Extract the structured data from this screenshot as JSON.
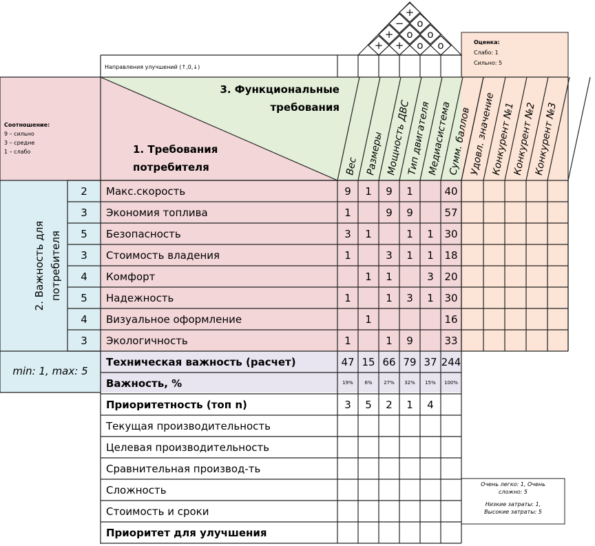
{
  "directions_label": "Направления улучшений (↑,0,↓)",
  "rating_box": {
    "title": "Оценка:",
    "weak": "Слабо: 1",
    "strong": "Сильно: 5"
  },
  "relation_box": {
    "title": "Соотношение:",
    "strong": "9 – сильно",
    "medium": "3 – средне",
    "weak": "1 – слабо"
  },
  "functional_title_line1": "3. Функциональные",
  "functional_title_line2": "требования",
  "customer_title_line1": "1. Требования",
  "customer_title_line2": "потребителя",
  "importance_label_line1": "2. Важность для",
  "importance_label_line2": "потребителя",
  "min_max_label": "min: 1, max: 5",
  "columns": [
    "Вес",
    "Размеры",
    "Мощность ДВС",
    "Тип двигателя",
    "Медиасистема",
    "Сумм. баллов"
  ],
  "rating_columns": [
    "Удовл. значение",
    "Конкурент №1",
    "Конкурент №2",
    "Конкурент №3"
  ],
  "requirements": [
    {
      "importance": "2",
      "name": "Макс.скорость",
      "cells": [
        "9",
        "1",
        "9",
        "1",
        "",
        "40"
      ]
    },
    {
      "importance": "3",
      "name": "Экономия топлива",
      "cells": [
        "1",
        "",
        "9",
        "9",
        "",
        "57"
      ]
    },
    {
      "importance": "5",
      "name": "Безопасность",
      "cells": [
        "3",
        "1",
        "",
        "1",
        "1",
        "30"
      ]
    },
    {
      "importance": "3",
      "name": "Стоимость владения",
      "cells": [
        "1",
        "",
        "3",
        "1",
        "1",
        "18"
      ]
    },
    {
      "importance": "4",
      "name": "Комфорт",
      "cells": [
        "",
        "1",
        "1",
        "",
        "3",
        "20"
      ]
    },
    {
      "importance": "5",
      "name": "Надежность",
      "cells": [
        "1",
        "",
        "1",
        "3",
        "1",
        "30"
      ]
    },
    {
      "importance": "4",
      "name": "Визуальное оформление",
      "cells": [
        "",
        "1",
        "",
        "",
        "",
        "16"
      ]
    },
    {
      "importance": "3",
      "name": "Экологичность",
      "cells": [
        "1",
        "",
        "1",
        "9",
        "",
        "33"
      ]
    }
  ],
  "tech_importance": {
    "label": "Техническая важность (расчет)",
    "values": [
      "47",
      "15",
      "66",
      "79",
      "37",
      "244"
    ]
  },
  "importance_pct": {
    "label": "Важность, %",
    "values": [
      "19%",
      "6%",
      "27%",
      "32%",
      "15%",
      "100%"
    ]
  },
  "priority": {
    "label": "Приоритетность (топ n)",
    "values": [
      "3",
      "5",
      "2",
      "1",
      "4",
      ""
    ]
  },
  "bottom_rows": [
    "Текущая производительность",
    "Целевая производительность",
    "Сравнительная производ-ть",
    "Сложность",
    "Стоимость и сроки",
    "Приоритет для улучшения"
  ],
  "complexity_note_line1": "Очень легко: 1, Очень",
  "complexity_note_line2": "сложно: 5",
  "cost_note_line1": "Низкие затраты: 1,",
  "cost_note_line2": "Высокие затраты: 5",
  "roof_cells": [
    "+",
    "−",
    "o",
    "+",
    "o",
    "o",
    "+",
    "+",
    "o",
    "o"
  ],
  "colors": {
    "pink": "#f3d6d8",
    "green": "#e3efd9",
    "blue": "#dbeef4",
    "peach": "#fce4d6",
    "lavender": "#e8e4f0",
    "border": "#222222"
  }
}
